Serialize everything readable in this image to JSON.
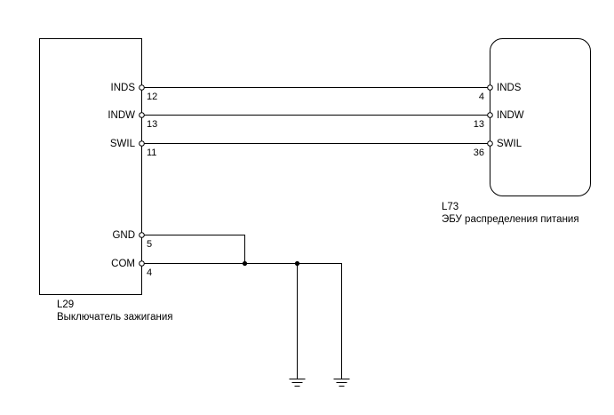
{
  "left_component": {
    "code": "L29",
    "name": "Выключатель зажигания",
    "pins": [
      {
        "label": "INDS",
        "number": "12"
      },
      {
        "label": "INDW",
        "number": "13"
      },
      {
        "label": "SWIL",
        "number": "11"
      },
      {
        "label": "GND",
        "number": "5"
      },
      {
        "label": "COM",
        "number": "4"
      }
    ]
  },
  "right_component": {
    "code": "L73",
    "name": "ЭБУ распределения питания",
    "pins": [
      {
        "label": "INDS",
        "number": "4"
      },
      {
        "label": "INDW",
        "number": "13"
      },
      {
        "label": "SWIL",
        "number": "36"
      }
    ]
  },
  "ground_symbols": [
    "ground-icon",
    "ground-icon"
  ]
}
